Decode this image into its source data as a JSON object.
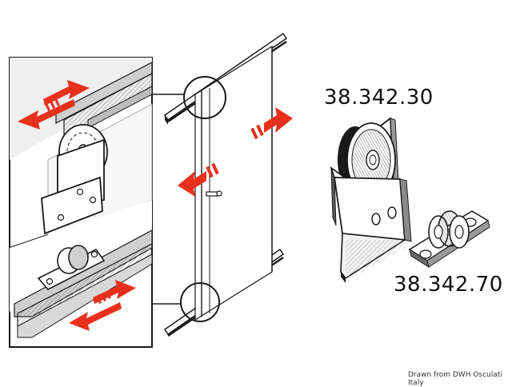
{
  "labels": {
    "part_upper": "38.342.30",
    "part_lower": "38.342.70",
    "credit": "Drawn from DWH Osculati Italy"
  },
  "colors": {
    "arrow": "#e8301c",
    "line": "#1a1a1a",
    "shade": "#9a9a9a",
    "panel_bg": "#efefef"
  }
}
